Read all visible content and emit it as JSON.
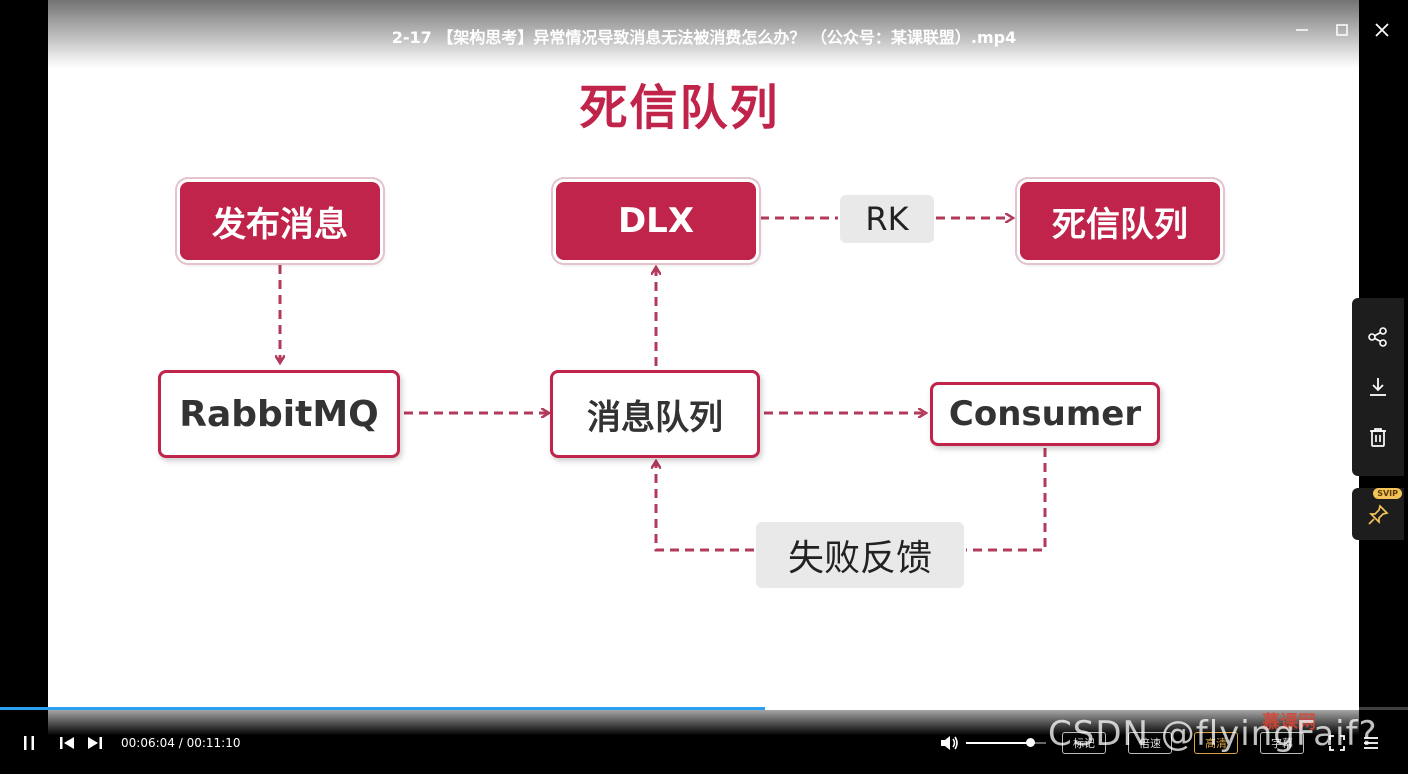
{
  "window": {
    "title": "2-17 【架构思考】异常情况导致消息无法被消费怎么办？ （公众号：某课联盟）.mp4",
    "minimize_icon": "minimize-icon",
    "maximize_icon": "maximize-icon",
    "close_icon": "close-icon"
  },
  "slide": {
    "title": "死信队列",
    "nodes": {
      "publish": "发布消息",
      "dlx": "DLX",
      "rk": "RK",
      "dead_queue": "死信队列",
      "rabbitmq": "RabbitMQ",
      "queue": "消息队列",
      "consumer": "Consumer",
      "fail_feedback": "失败反馈"
    },
    "colors": {
      "accent": "#c0244b",
      "gray_box": "#e9e9e9"
    }
  },
  "side_panel": {
    "items": [
      "share-icon",
      "download-icon",
      "delete-icon"
    ],
    "pin_icon": "pin-icon",
    "pin_badge": "SVIP"
  },
  "player": {
    "progress": 0.543,
    "time": "00:06:04 / 00:11:10",
    "volume": 0.8,
    "buttons": {
      "mark": "标记",
      "speed": "倍速",
      "quality": "高清",
      "subtitle": "字幕"
    },
    "progress_color": "#2aa1f0"
  },
  "overlay": {
    "watermark": "CSDN @flyingFaif?",
    "logo": "慕课网"
  }
}
